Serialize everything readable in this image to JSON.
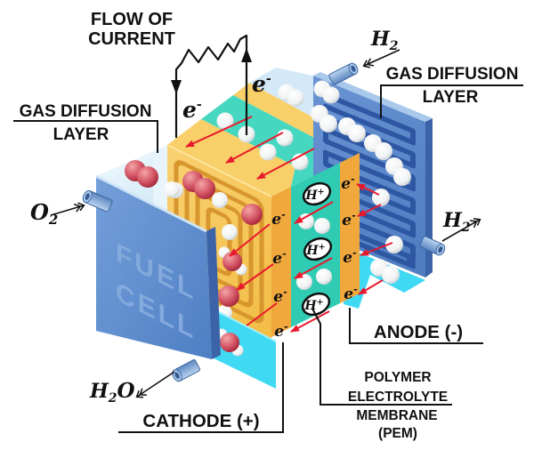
{
  "diagram": {
    "title": {
      "line1": "FLOW OF",
      "line2": "CURRENT"
    },
    "labels": {
      "gas_diffusion_left": {
        "line1": "GAS DIFFUSION",
        "line2": "LAYER"
      },
      "gas_diffusion_right": {
        "line1": "GAS DIFFUSION",
        "line2": "LAYER"
      },
      "cathode": "CATHODE (+)",
      "anode": "ANODE (-)",
      "membrane": {
        "line1": "POLYMER",
        "line2": "ELECTROLYTE",
        "line3": "MEMBRANE",
        "line4": "(PEM)"
      }
    },
    "device_text": {
      "line1": "FUEL",
      "line2": "CELL"
    },
    "molecules": {
      "h2": {
        "base": "H",
        "sub": "2"
      },
      "o2": {
        "base": "O",
        "sub": "2"
      },
      "h2o": {
        "base": "H",
        "sub": "2",
        "tail": "O"
      },
      "electron": {
        "base": "e",
        "sup": "-"
      },
      "proton": {
        "base": "H",
        "sup": "+"
      }
    },
    "colors": {
      "end_plate_blue": "#5b8ccd",
      "gas_diffusion_plate_blue": "#5e8cd0",
      "groove_blue": "#2e57a3",
      "flow_field_yellow": "#f7c859",
      "channel_orange": "#d8962e",
      "catalyst_orange": "#f0a73c",
      "membrane_teal": "#2fccb3",
      "base_cyan": "#3fd9f4",
      "top_deck_blue": "#cfe7f6",
      "oxygen_red": "#c23246",
      "hydrogen_white": "#ffffff",
      "arrow_red": "#e8192c",
      "text_black": "#111111"
    }
  }
}
